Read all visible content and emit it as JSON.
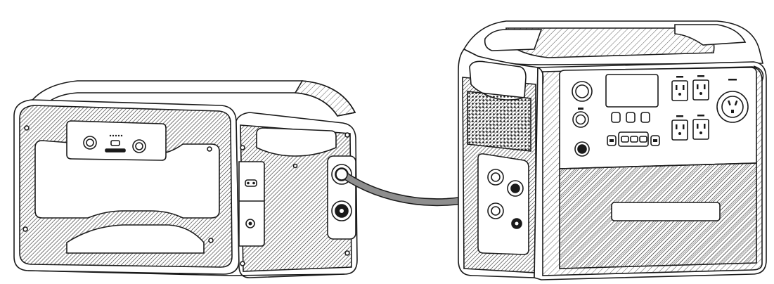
{
  "illustration": {
    "left_unit": {
      "name": "expansion-battery"
    },
    "right_unit": {
      "name": "power-station"
    },
    "cable": {
      "name": "connection-cable"
    }
  },
  "colors": {
    "line": "#1a1a1a",
    "fill": "#ffffff",
    "hatch": "#2a2a2a",
    "cable": "#8e8e8e",
    "cable_outline": "#1a1a1a"
  }
}
